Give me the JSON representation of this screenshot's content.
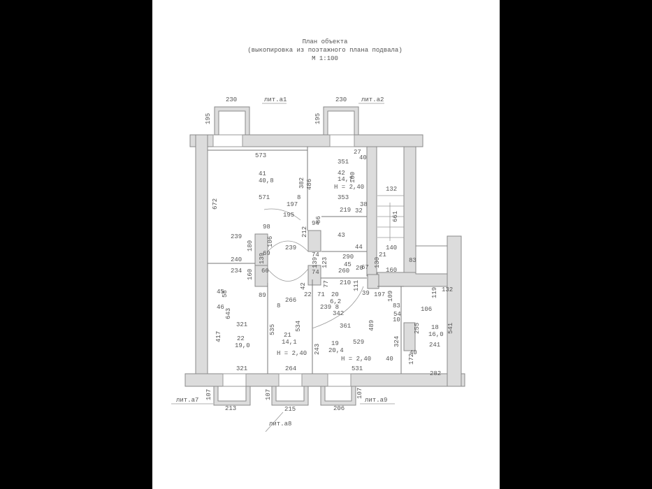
{
  "document": {
    "title": "План объекта",
    "subtitle": "(выкопировка из поэтажного плана подвала)",
    "scale": "М 1:100"
  },
  "plan": {
    "labels": [
      "230",
      "лит.а1",
      "195",
      "230",
      "лит.а2",
      "195",
      "573",
      "41",
      "40,8",
      "571",
      "672",
      "8",
      "197",
      "195",
      "382",
      "486",
      "351",
      "42",
      "14,7",
      "Н = 2,40",
      "100",
      "27",
      "40",
      "353",
      "219",
      "32",
      "38",
      "94",
      "86",
      "43",
      "44",
      "212",
      "132",
      "661",
      "140",
      "83",
      "239",
      "98",
      "180",
      "106",
      "239",
      "240",
      "234",
      "69",
      "139",
      "66",
      "74",
      "139",
      "74",
      "123",
      "290",
      "45",
      "260",
      "20",
      "67",
      "130",
      "21",
      "160",
      "160",
      "210",
      "77",
      "111",
      "45",
      "58",
      "46",
      "89",
      "266",
      "8",
      "42",
      "22",
      "71",
      "20",
      "6,2",
      "239 8",
      "342",
      "39",
      "197",
      "109",
      "83",
      "54",
      "10",
      "132",
      "119",
      "106",
      "643",
      "321",
      "22",
      "19,0",
      "417",
      "535",
      "21",
      "14,1",
      "534",
      "361",
      "489",
      "19",
      "20,4",
      "529",
      "Н = 2,40",
      "243",
      "Н = 2,40",
      "324",
      "255",
      "18",
      "16,0",
      "541",
      "241",
      "40",
      "40",
      "172",
      "321",
      "264",
      "531",
      "282",
      "107",
      "213",
      "лит.а7",
      "107",
      "215",
      "206",
      "107",
      "лит.а9",
      "лит.а8"
    ]
  }
}
